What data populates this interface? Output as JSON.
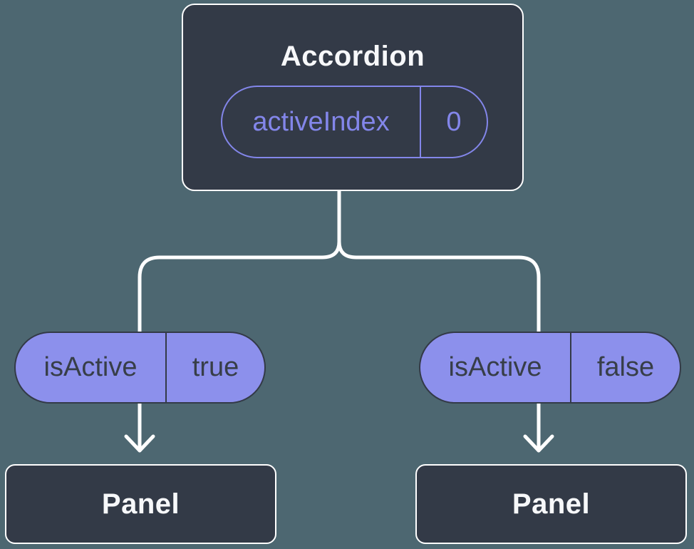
{
  "colors": {
    "bg": "#4D6771",
    "node": "#333A47",
    "nodeBorder": "#FFFFFF",
    "accent": "#8386EA",
    "pillFill": "#8C90EC",
    "pillText": "#373E48",
    "text": "#F7F8FA",
    "line": "#FFFFFF"
  },
  "root": {
    "title": "Accordion",
    "prop": {
      "name": "activeIndex",
      "value": "0"
    }
  },
  "branches": [
    {
      "prop": {
        "name": "isActive",
        "value": "true"
      },
      "target": {
        "title": "Panel"
      }
    },
    {
      "prop": {
        "name": "isActive",
        "value": "false"
      },
      "target": {
        "title": "Panel"
      }
    }
  ]
}
